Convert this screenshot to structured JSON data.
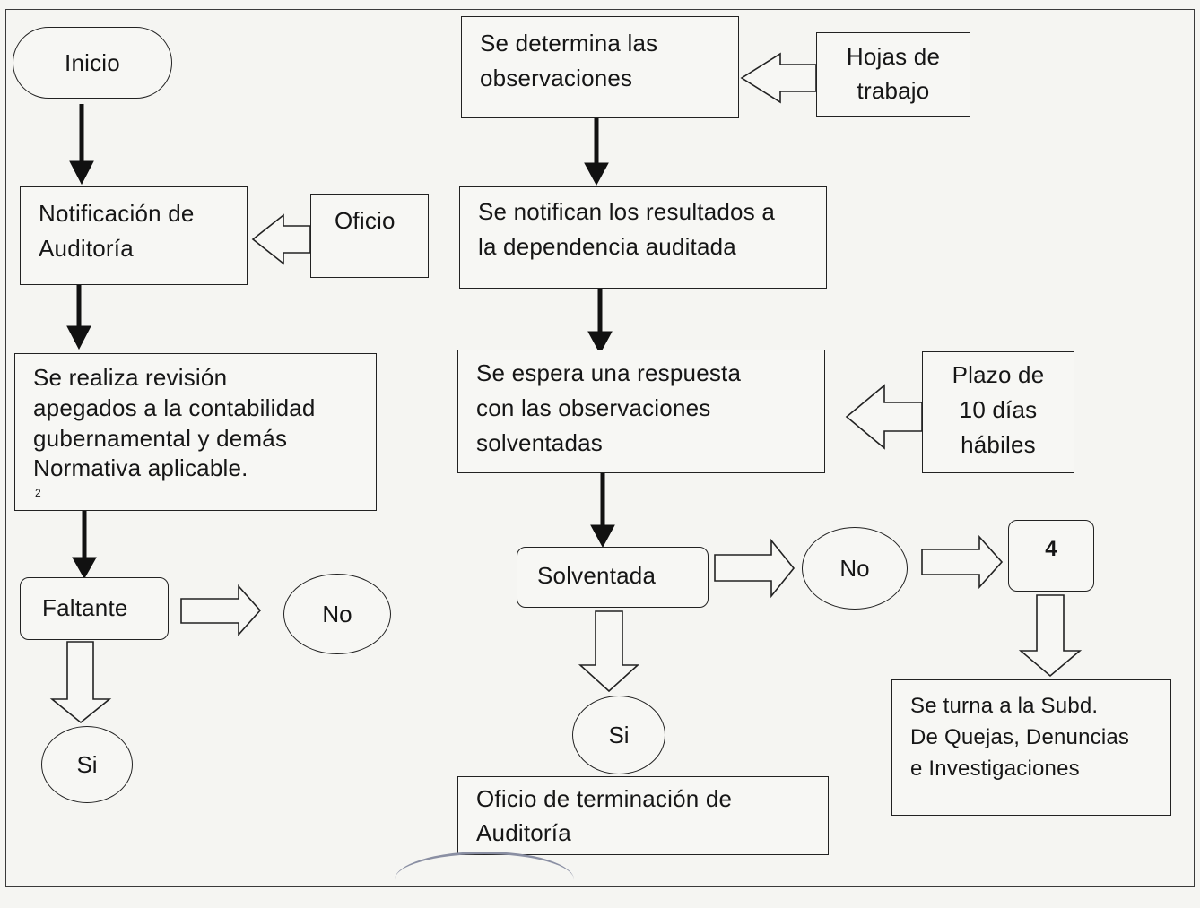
{
  "nodes": {
    "inicio": "Inicio",
    "notificacion": [
      "Notificación de",
      "Auditoría"
    ],
    "oficio": "Oficio",
    "revision": [
      "Se realiza revisión",
      "apegados a la contabilidad",
      "gubernamental y demás",
      "Normativa aplicable."
    ],
    "footnote": "2",
    "faltante": "Faltante",
    "no_left": "No",
    "si_left": "Si",
    "determina": [
      "Se determina las",
      "observaciones"
    ],
    "hojas": [
      "Hojas de",
      "trabajo"
    ],
    "notifican": [
      "Se notifican los resultados a",
      "la dependencia auditada"
    ],
    "espera": [
      "Se espera una respuesta",
      "con las observaciones",
      "solventadas"
    ],
    "plazo": [
      "Plazo de",
      "10 días",
      "hábiles"
    ],
    "solventada": "Solventada",
    "no_right": "No",
    "cuatro": "4",
    "si_center": "Si",
    "terminacion": [
      "Oficio de terminación de",
      "Auditoría"
    ],
    "turna": [
      "Se turna a la Subd.",
      "De Quejas, Denuncias",
      "e Investigaciones"
    ]
  }
}
